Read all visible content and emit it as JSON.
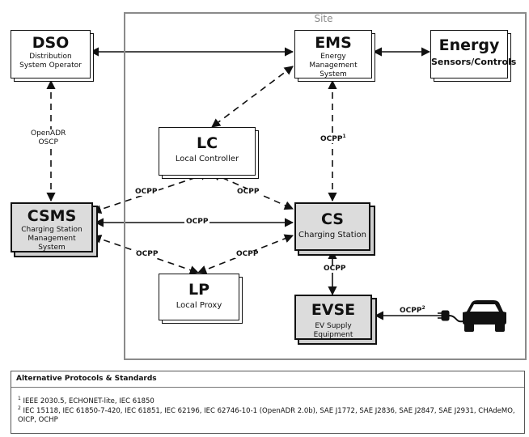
{
  "site": {
    "label": "Site"
  },
  "nodes": {
    "dso": {
      "title": "DSO",
      "subtitle": "Distribution System Operator"
    },
    "ems": {
      "title": "EMS",
      "subtitle": "Energy Management System"
    },
    "energy": {
      "title": "Energy",
      "subtitle": "Sensors/Controls"
    },
    "lc": {
      "title": "LC",
      "subtitle": "Local Controller"
    },
    "csms": {
      "title": "CSMS",
      "subtitle": "Charging Station Management System"
    },
    "cs": {
      "title": "CS",
      "subtitle": "Charging Station"
    },
    "lp": {
      "title": "LP",
      "subtitle": "Local Proxy"
    },
    "evse": {
      "title": "EVSE",
      "subtitle": "EV Supply Equipment"
    }
  },
  "edges": {
    "dso_csms_line1": "OpenADR",
    "dso_csms_line2": "OSCP",
    "ems_cs": "OCPP",
    "ems_cs_sup": "1",
    "csms_lc": "OCPP",
    "lc_cs": "OCPP",
    "csms_cs": "OCPP",
    "csms_lp": "OCPP",
    "lp_cs": "OCPP",
    "cs_evse": "OCPP",
    "evse_ev": "OCPP",
    "evse_ev_sup": "2"
  },
  "icons": {
    "plug": "plug-icon",
    "car": "car-icon"
  },
  "footnotes": {
    "title": "Alternative Protocols & Standards",
    "note1_marker": "1",
    "note1": "IEEE 2030.5, ECHONET-lite, IEC 61850",
    "note2_marker": "2",
    "note2_line1": "IEC 15118, IEC 61850-7-420, IEC 61851, IEC 62196, IEC 62746-10-1 (OpenADR 2.0b), SAE J1772, SAE J2836, SAE J2847, SAE J2931, CHAdeMO,",
    "note2_line2": "OICP, OCHP"
  }
}
